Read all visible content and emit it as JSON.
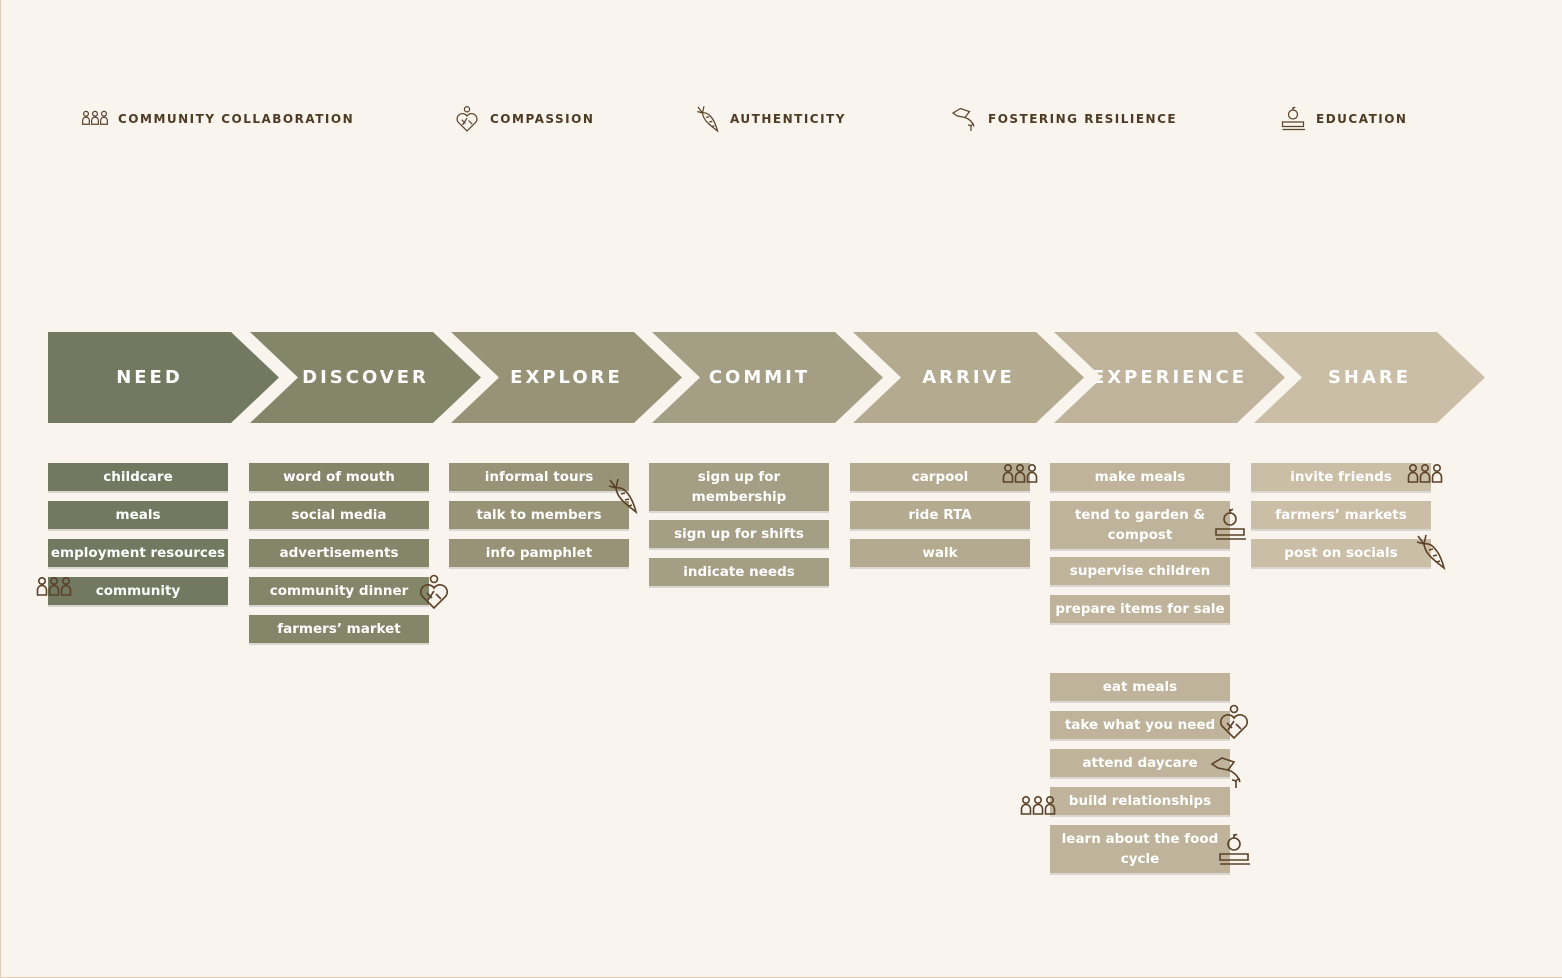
{
  "legend": [
    {
      "icon": "community-collaboration-icon",
      "label": "COMMUNITY COLLABORATION"
    },
    {
      "icon": "compassion-icon",
      "label": "COMPASSION"
    },
    {
      "icon": "authenticity-icon",
      "label": "AUTHENTICITY"
    },
    {
      "icon": "fostering-resilience-icon",
      "label": "FOSTERING RESILIENCE"
    },
    {
      "icon": "education-icon",
      "label": "EDUCATION"
    }
  ],
  "stages": [
    {
      "label": "NEED",
      "color": "#727960",
      "cards": [
        "childcare",
        "meals",
        "employment resources",
        "community"
      ]
    },
    {
      "label": "DISCOVER",
      "color": "#848669",
      "cards": [
        "word of mouth",
        "social media",
        "advertisements",
        "community dinner",
        "farmers’ market"
      ]
    },
    {
      "label": "EXPLORE",
      "color": "#989277",
      "cards": [
        "informal tours",
        "talk to members",
        "info pamphlet"
      ]
    },
    {
      "label": "COMMIT",
      "color": "#a49e84",
      "cards": [
        "sign up for membership",
        "sign up for shifts",
        "indicate needs"
      ]
    },
    {
      "label": "ARRIVE",
      "color": "#b3aa90",
      "cards": [
        "carpool",
        "ride RTA",
        "walk"
      ]
    },
    {
      "label": "EXPERIENCE",
      "color": "#bfb49b",
      "cards": [
        "make meals",
        "tend to garden & compost",
        "supervise children",
        "prepare items for sale",
        "eat meals",
        "take what you need",
        "attend daycare",
        "build relationships",
        "learn about the food cycle"
      ]
    },
    {
      "label": "SHARE",
      "color": "#cbbea7",
      "cards": [
        "invite friends",
        "farmers’ markets",
        "post on socials"
      ]
    }
  ],
  "colors": {
    "background": "#f9f4ed",
    "icon": "#4e3b23",
    "text": "#ffffff"
  }
}
